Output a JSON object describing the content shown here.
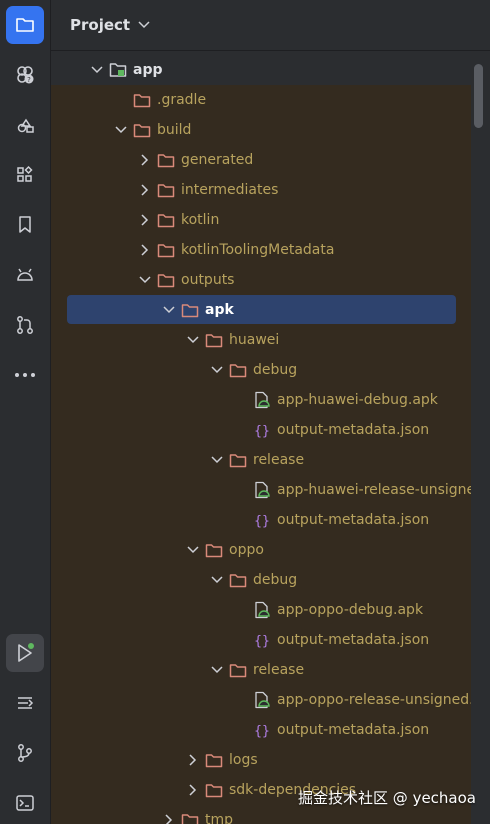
{
  "header": {
    "title": "Project"
  },
  "tree": {
    "rows": [
      {
        "label": "app",
        "type": "module"
      },
      {
        "label": ".gradle",
        "type": "folder"
      },
      {
        "label": "build",
        "type": "folder"
      },
      {
        "label": "generated",
        "type": "folder"
      },
      {
        "label": "intermediates",
        "type": "folder"
      },
      {
        "label": "kotlin",
        "type": "folder"
      },
      {
        "label": "kotlinToolingMetadata",
        "type": "folder"
      },
      {
        "label": "outputs",
        "type": "folder"
      },
      {
        "label": "apk",
        "type": "folder",
        "selected": true
      },
      {
        "label": "huawei",
        "type": "folder"
      },
      {
        "label": "debug",
        "type": "folder"
      },
      {
        "label": "app-huawei-debug.apk",
        "type": "apk"
      },
      {
        "label": "output-metadata.json",
        "type": "json"
      },
      {
        "label": "release",
        "type": "folder"
      },
      {
        "label": "app-huawei-release-unsigned.apk",
        "type": "apk"
      },
      {
        "label": "output-metadata.json",
        "type": "json"
      },
      {
        "label": "oppo",
        "type": "folder"
      },
      {
        "label": "debug",
        "type": "folder"
      },
      {
        "label": "app-oppo-debug.apk",
        "type": "apk"
      },
      {
        "label": "output-metadata.json",
        "type": "json"
      },
      {
        "label": "release",
        "type": "folder"
      },
      {
        "label": "app-oppo-release-unsigned.apk",
        "type": "apk"
      },
      {
        "label": "output-metadata.json",
        "type": "json"
      },
      {
        "label": "logs",
        "type": "folder"
      },
      {
        "label": "sdk-dependencies",
        "type": "folder"
      },
      {
        "label": "tmp",
        "type": "folder"
      }
    ]
  },
  "watermark": {
    "text": "掘金技术社区 @ yechaoa"
  },
  "colors": {
    "accent": "#3574f0",
    "selection": "#2e436e",
    "excluded_bg": "#342b1f",
    "folder_icon": "#d98a7a",
    "label": "#b8a35e",
    "json_icon": "#b07ee6",
    "apk_icon": "#5fb85f"
  },
  "sidebar": {
    "items": [
      {
        "icon": "project-folder-icon"
      },
      {
        "icon": "commit-icon"
      },
      {
        "icon": "structure-icon"
      },
      {
        "icon": "components-icon"
      },
      {
        "icon": "bookmark-icon"
      },
      {
        "icon": "android-icon"
      },
      {
        "icon": "pull-requests-icon"
      },
      {
        "icon": "more-icon"
      },
      {
        "icon": "run-icon"
      },
      {
        "icon": "build-variants-icon"
      },
      {
        "icon": "git-icon"
      },
      {
        "icon": "terminal-icon"
      }
    ]
  }
}
